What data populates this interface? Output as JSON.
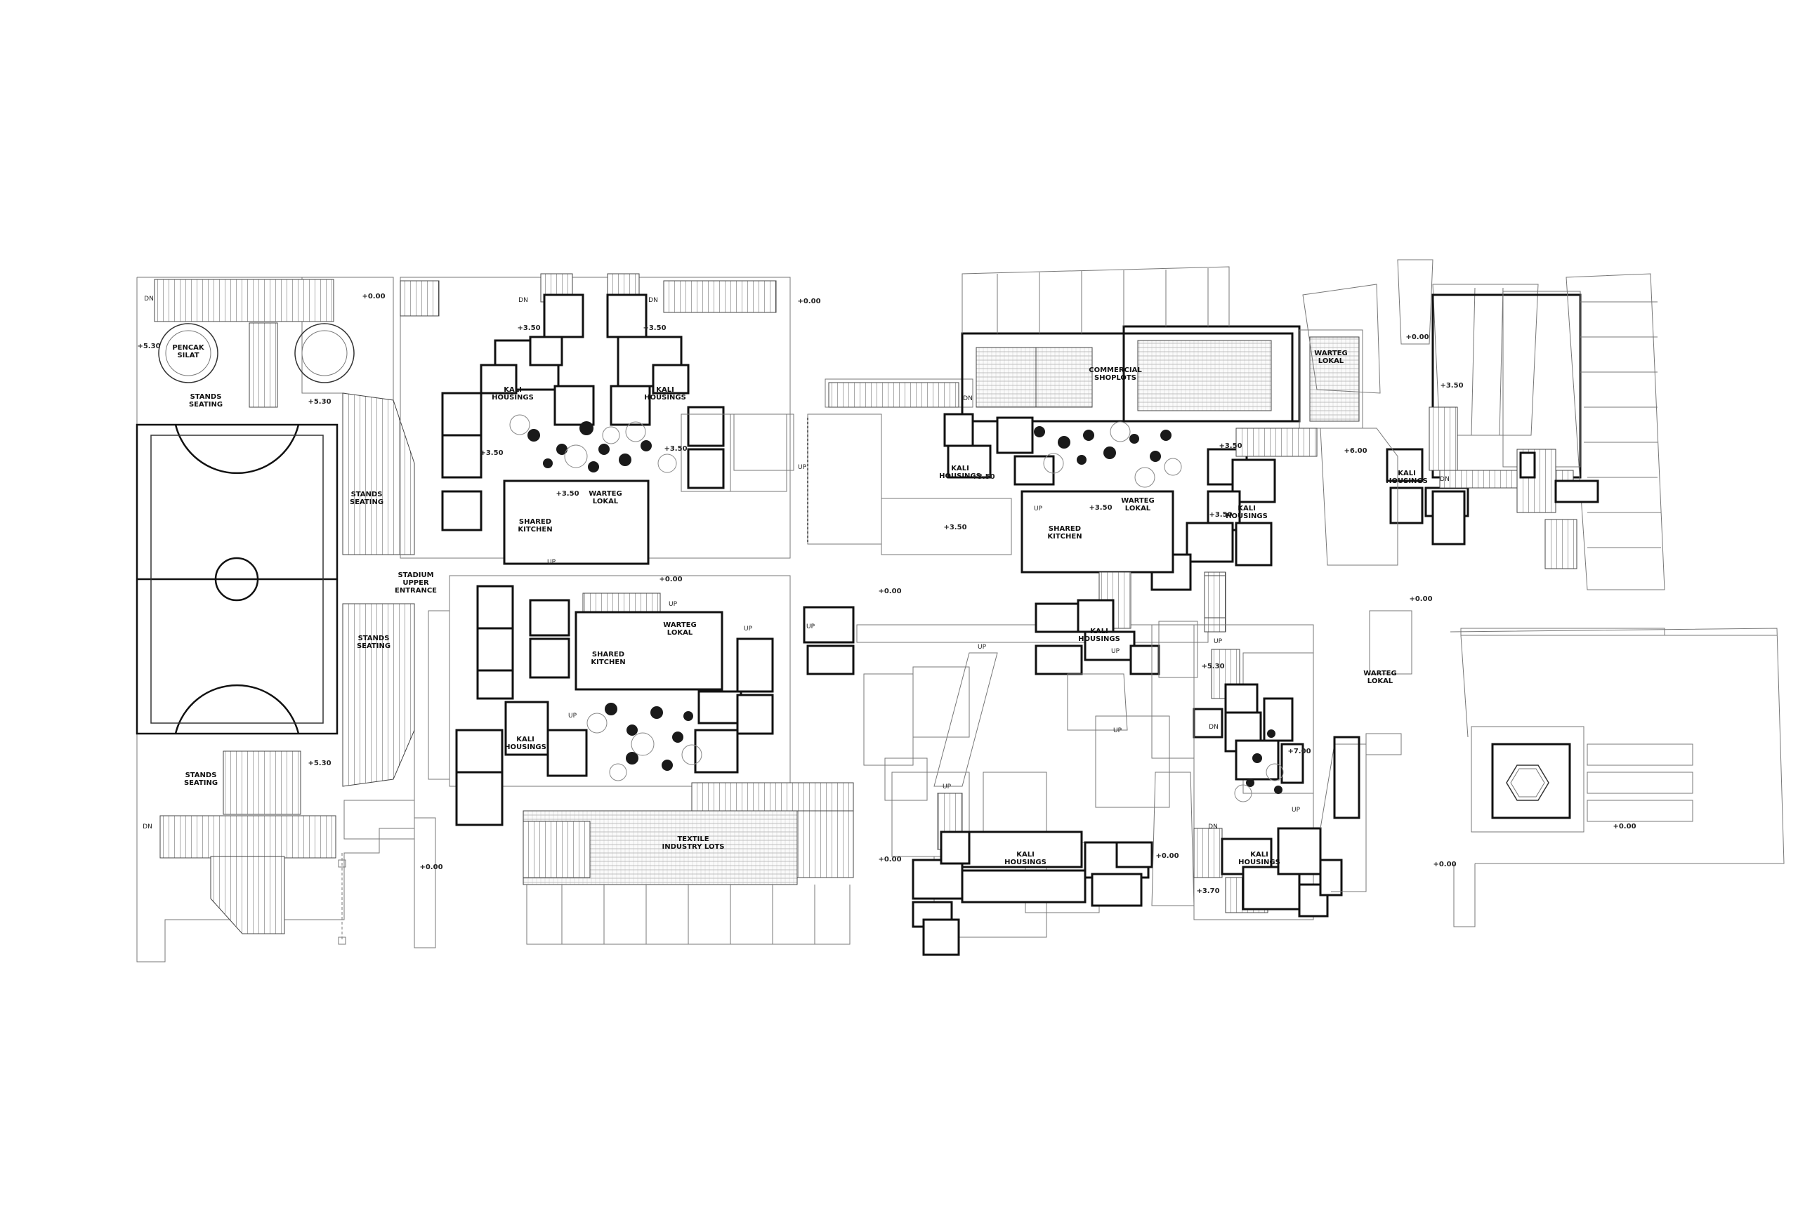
{
  "labels": {
    "pencak_silat": [
      "PENCAK",
      "SILAT"
    ],
    "stands_seating": [
      "STANDS",
      "SEATING"
    ],
    "stadium_upper_entrance": [
      "STADIUM",
      "UPPER",
      "ENTRANCE"
    ],
    "kali_housings": [
      "KALI",
      "HOUSINGS"
    ],
    "warteg_lokal": [
      "WARTEG",
      "LOKAL"
    ],
    "shared_kitchen": [
      "SHARED",
      "KITCHEN"
    ],
    "commercial_shoplots": [
      "COMMERCIAL",
      "SHOPLOTS"
    ],
    "textile_industry_lots": [
      "TEXTILE",
      "INDUSTRY LOTS"
    ]
  },
  "levels": {
    "l000": "+0.00",
    "l350": "+3.50",
    "l530": "+5.30",
    "l600": "+6.00",
    "l700": "+7.00",
    "l370": "+3.70"
  },
  "stairs": {
    "up": "UP",
    "dn": "DN"
  }
}
